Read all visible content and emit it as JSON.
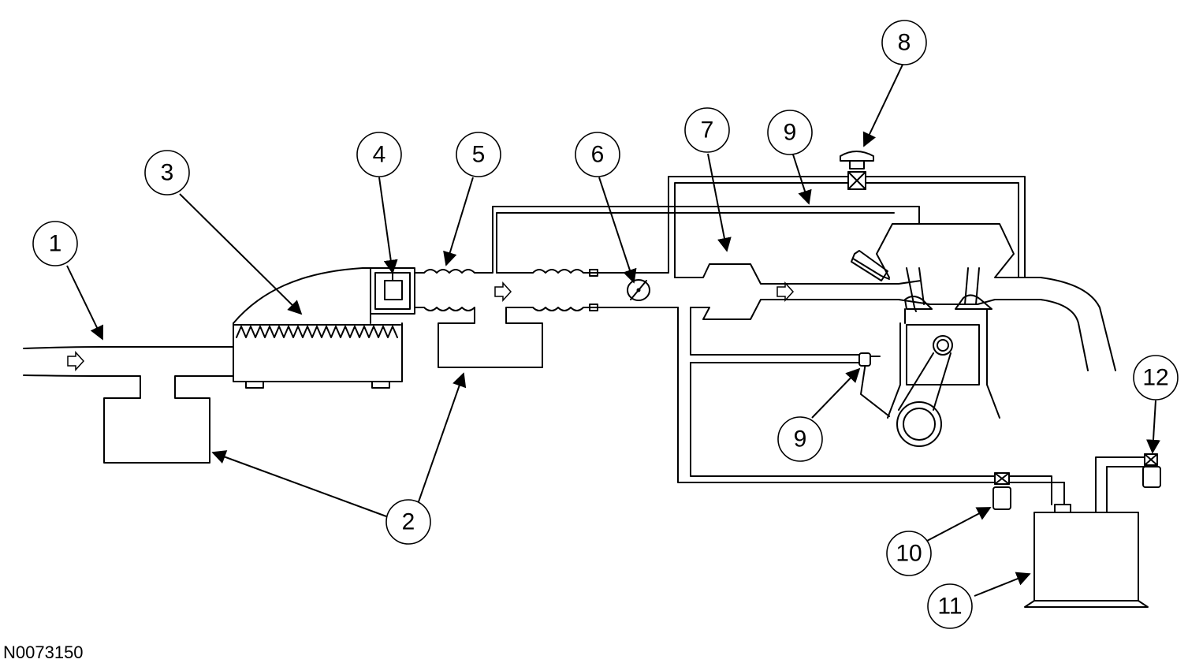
{
  "callouts": [
    {
      "id": "1",
      "label": "1"
    },
    {
      "id": "2",
      "label": "2"
    },
    {
      "id": "3",
      "label": "3"
    },
    {
      "id": "4",
      "label": "4"
    },
    {
      "id": "5",
      "label": "5"
    },
    {
      "id": "6",
      "label": "6"
    },
    {
      "id": "7",
      "label": "7"
    },
    {
      "id": "8",
      "label": "8"
    },
    {
      "id": "9a",
      "label": "9"
    },
    {
      "id": "9b",
      "label": "9"
    },
    {
      "id": "10",
      "label": "10"
    },
    {
      "id": "11",
      "label": "11"
    },
    {
      "id": "12",
      "label": "12"
    }
  ],
  "figure_reference": "N0073150",
  "colors": {
    "line": "#000000",
    "background": "#ffffff"
  }
}
